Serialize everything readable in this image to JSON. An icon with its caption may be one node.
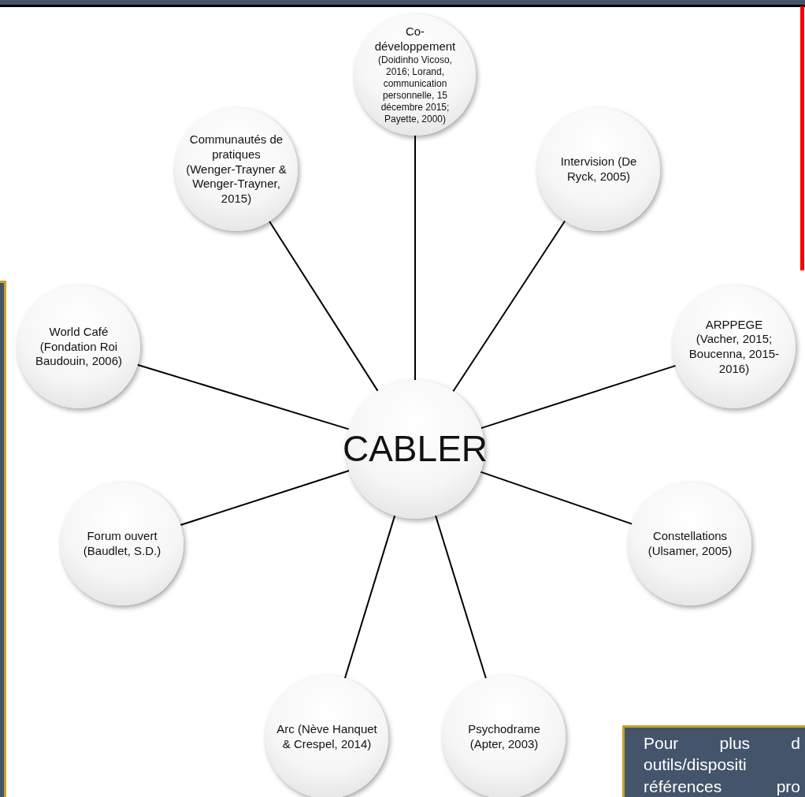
{
  "diagram": {
    "nodes": [
      {
        "text": [
          "CABLER"
        ]
      },
      {
        "text": [
          "Co-développement",
          "(Doidinho Vicoso, 2016; Lorand, communication personnelle, 15 décembre 2015; Payette, 2000)"
        ]
      },
      {
        "text": [
          "Intervision (De Ryck, 2005)"
        ]
      },
      {
        "text": [
          "ARPPEGE (Vacher, 2015; Boucenna, 2015-2016)"
        ]
      },
      {
        "text": [
          "Constellations (Ulsamer, 2005)"
        ]
      },
      {
        "text": [
          "Psychodrame (Apter, 2003)"
        ]
      },
      {
        "text": [
          "Arc (Nève Hanquet & Crespel, 2014)"
        ]
      },
      {
        "text": [
          "Forum ouvert (Baudlet, S.D.)"
        ]
      },
      {
        "text": [
          "World Café (Fondation Roi Baudouin, 2006)"
        ]
      },
      {
        "text": [
          "Communautés de pratiques",
          "(Wenger-Trayner & Wenger-Trayner, 2015)"
        ]
      },
      {
        "text": [
          "Pour plus d outils/dispositi références pro"
        ]
      }
    ],
    "edges": [
      {
        "from": 0,
        "to": 1,
        "arrow": "none"
      },
      {
        "from": 0,
        "to": 2,
        "arrow": "none"
      },
      {
        "from": 0,
        "to": 3,
        "arrow": "none"
      },
      {
        "from": 0,
        "to": 4,
        "arrow": "none"
      },
      {
        "from": 0,
        "to": 5,
        "arrow": "none"
      },
      {
        "from": 0,
        "to": 6,
        "arrow": "none"
      },
      {
        "from": 0,
        "to": 7,
        "arrow": "none"
      },
      {
        "from": 0,
        "to": 8,
        "arrow": "none"
      },
      {
        "from": 0,
        "to": 9,
        "arrow": "none"
      }
    ]
  }
}
